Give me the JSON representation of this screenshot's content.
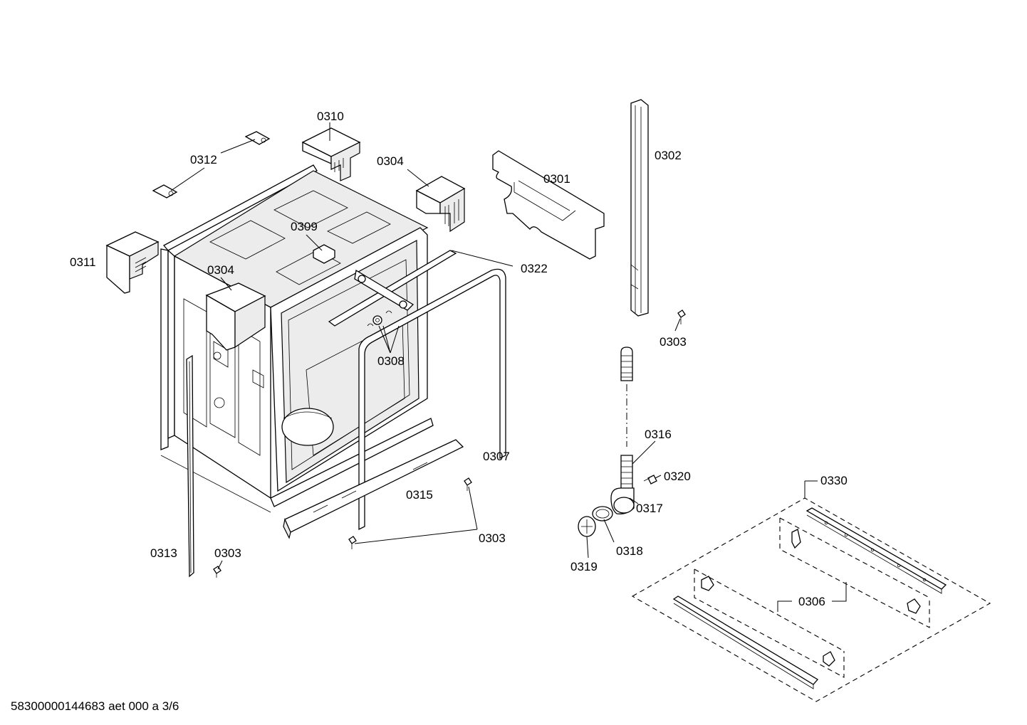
{
  "callouts": {
    "c0301": "0301",
    "c0302": "0302",
    "c0303a": "0303",
    "c0303b": "0303",
    "c0303c": "0303",
    "c0304a": "0304",
    "c0304b": "0304",
    "c0306": "0306",
    "c0307": "0307",
    "c0308": "0308",
    "c0309": "0309",
    "c0310": "0310",
    "c0311": "0311",
    "c0312": "0312",
    "c0313": "0313",
    "c0315": "0315",
    "c0316": "0316",
    "c0317": "0317",
    "c0318": "0318",
    "c0319": "0319",
    "c0320": "0320",
    "c0322": "0322",
    "c0330": "0330"
  },
  "footer": {
    "reference": "58300000144683 aet 000 a 3/6"
  }
}
